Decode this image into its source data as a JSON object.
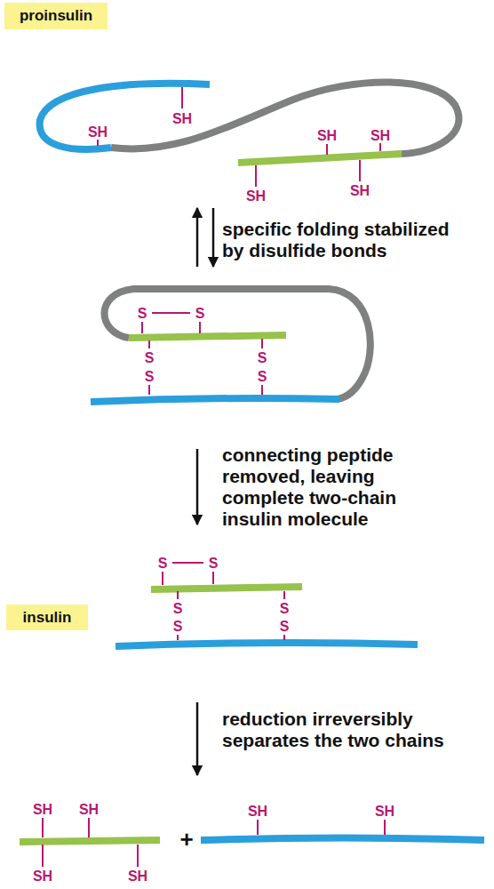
{
  "diagram": {
    "nodes": [
      {
        "text": [
          "proinsulin"
        ]
      },
      {
        "text": [
          "insulin"
        ]
      }
    ],
    "labels": [
      "SH",
      "SH",
      "SH",
      "SH",
      "SH",
      "SH",
      "specific folding stabilized by disulfide bonds",
      "S",
      "S",
      "S",
      "S",
      "S",
      "S",
      "connecting peptide removed, leaving complete two-chain insulin molecule",
      "S",
      "S",
      "S",
      "S",
      "S",
      "S",
      "reduction irreversibly separates the two chains",
      "SH",
      "SH",
      "SH",
      "SH",
      "+",
      "SH",
      "SH"
    ]
  }
}
